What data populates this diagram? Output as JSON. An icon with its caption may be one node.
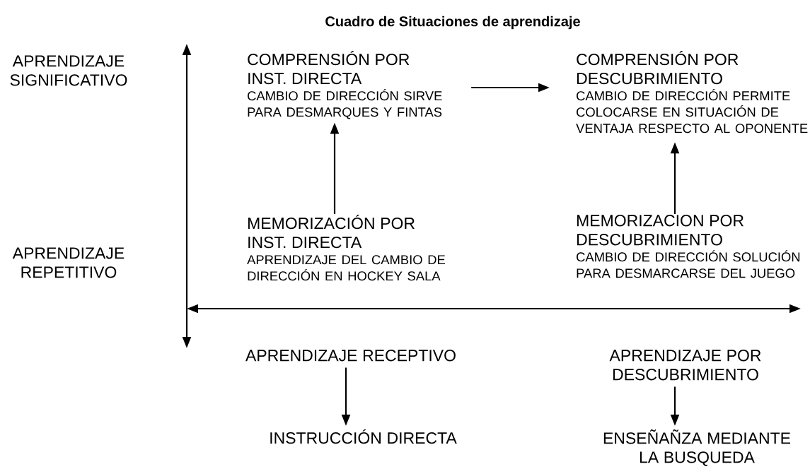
{
  "diagram": {
    "title": "Cuadro de Situaciones de aprendizaje",
    "nodes": [
      {
        "text": [
          "COMPRENSIÓN POR INST. DIRECTA",
          "CAMBIO DE DIRECCIÓN SIRVE PARA DESMARQUES Y FINTAS"
        ]
      },
      {
        "text": [
          "COMPRENSIÓN POR DESCUBRIMIENTO",
          "CAMBIO DE DIRECCIÓN PERMITE COLOCARSE EN SITUACIÓN DE VENTAJA RESPECTO AL OPONENTE"
        ]
      },
      {
        "text": [
          "MEMORIZACIÓN POR INST. DIRECTA",
          "APRENDIZAJE DEL CAMBIO DE DIRECCIÓN EN HOCKEY SALA"
        ]
      },
      {
        "text": [
          "MEMORIZACION POR DESCUBRIMIENTO",
          "CAMBIO DE DIRECCIÓN SOLUCIÓN PARA DESMARCARSE DEL JUEGO"
        ]
      },
      {
        "text": [
          "APRENDIZAJE RECEPTIVO"
        ]
      },
      {
        "text": [
          "INSTRUCCIÓN DIRECTA"
        ]
      },
      {
        "text": [
          "APRENDIZAJE POR DESCUBRIMIENTO"
        ]
      },
      {
        "text": [
          "ENSEÑAÑZA MEDIANTE LA BUSQUEDA"
        ]
      }
    ],
    "edges": [
      {
        "from": 2,
        "to": 0,
        "arrow": "to"
      },
      {
        "from": 0,
        "to": 1,
        "arrow": "to"
      },
      {
        "from": 3,
        "to": 1,
        "arrow": "to"
      },
      {
        "from": 4,
        "to": 5,
        "arrow": "to"
      },
      {
        "from": 6,
        "to": 7,
        "arrow": "to"
      }
    ],
    "labels": [
      "APRENDIZAJE SIGNIFICATIVO",
      "APRENDIZAJE REPETITIVO"
    ]
  }
}
